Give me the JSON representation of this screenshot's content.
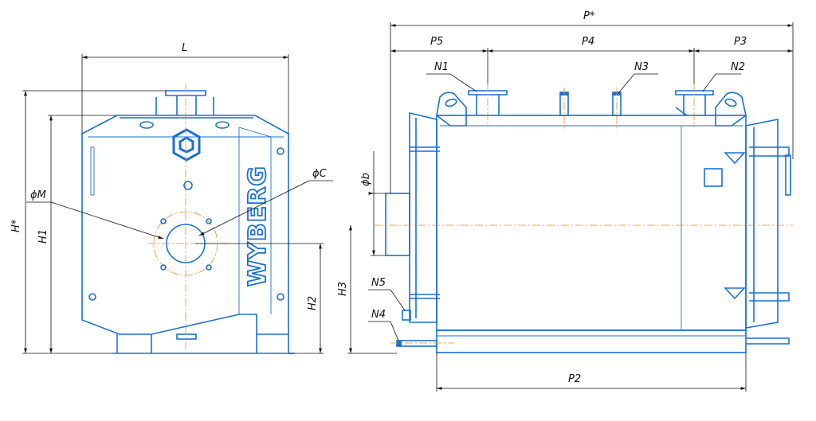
{
  "brand": "WYBERG",
  "front_view": {
    "labels": {
      "L": "L",
      "H_star": "H*",
      "H1": "H1",
      "H2": "H2",
      "phiM": "ϕM",
      "phiC": "ϕC"
    }
  },
  "side_view": {
    "labels": {
      "P_star": "P*",
      "P5": "P5",
      "P4": "P4",
      "P3": "P3",
      "P2": "P2",
      "N1": "N1",
      "N2": "N2",
      "N3": "N3",
      "N4": "N4",
      "N5": "N5",
      "H3": "H3",
      "phib": "ϕb"
    }
  },
  "colors": {
    "outline": "#1a6fd6",
    "centerline": "#f08a1c",
    "dimension": "#111111"
  }
}
